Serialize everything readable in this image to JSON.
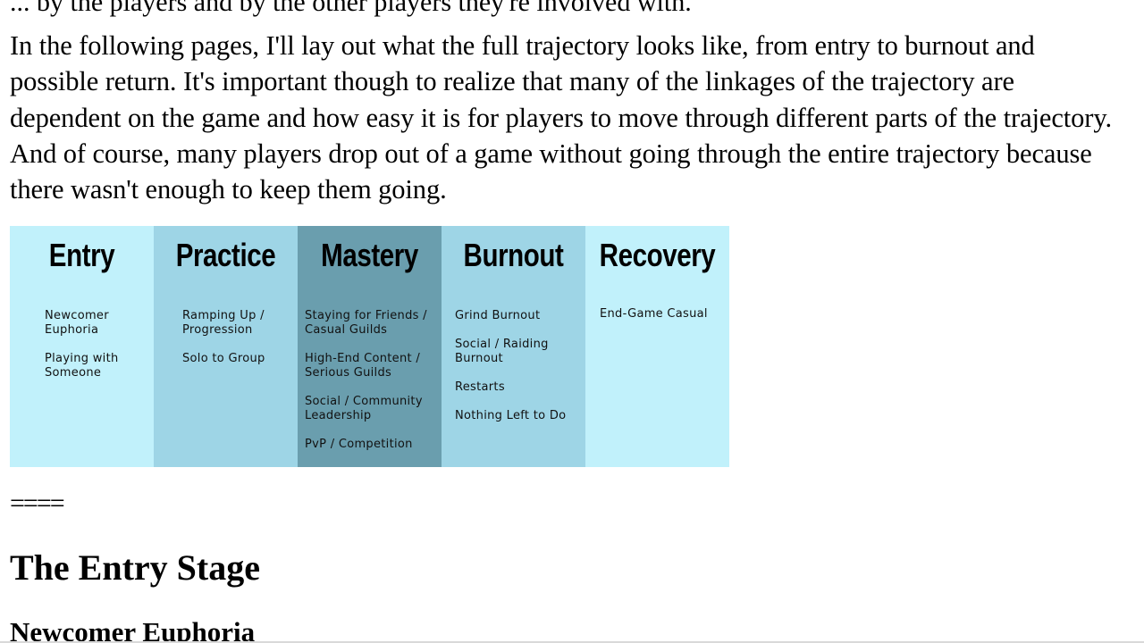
{
  "article": {
    "clipped_top_line": "... by the players and by the other players they're involved with.",
    "intro_paragraph": "In the following pages, I'll lay out what the full trajectory looks like, from entry to burnout and possible return. It's important though to realize that many of the linkages of the trajectory are dependent on the game and how easy it is for players to move through different parts of the trajectory. And of course, many players drop out of a game without going through the entire trajectory because there wasn't enough to keep them going.",
    "divider": "====",
    "section_heading": "The Entry Stage",
    "sub_heading": "Newcomer Euphoria"
  },
  "diagram": {
    "stages": [
      {
        "title": "Entry",
        "color": "#c1f1fb",
        "items": [
          "Newcomer\nEuphoria",
          "Playing with\nSomeone"
        ]
      },
      {
        "title": "Practice",
        "color": "#9ed5e6",
        "items": [
          "Ramping Up /\nProgression",
          "Solo to Group"
        ]
      },
      {
        "title": "Mastery",
        "color": "#6a9eae",
        "items": [
          "Staying for Friends /\nCasual Guilds",
          "High-End Content /\nSerious Guilds",
          "Social / Community\nLeadership",
          "PvP / Competition"
        ]
      },
      {
        "title": "Burnout",
        "color": "#9ed5e6",
        "items": [
          "Grind Burnout",
          "Social / Raiding\nBurnout",
          "Restarts",
          "Nothing Left to Do"
        ]
      },
      {
        "title": "Recovery",
        "color": "#c1f1fb",
        "items": [
          "End-Game Casual"
        ]
      }
    ]
  }
}
